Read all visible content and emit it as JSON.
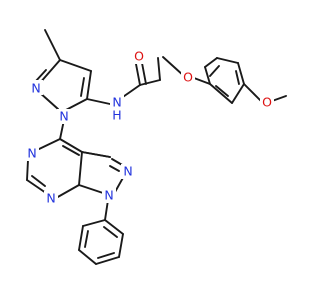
{
  "diagram": {
    "type": "chemical-structure",
    "atom_labels": {
      "n_pyrazole_top": "N",
      "n_pyrazole_bottom": "N",
      "n_amide": "N",
      "h_amide": "H",
      "o_carbonyl": "O",
      "o_ether": "O",
      "o_methoxy": "O",
      "n_pyrimidine_left": "N",
      "n_pyrimidine_bottom": "N",
      "n_fused_top": "N",
      "n_fused_phenyl": "N"
    },
    "colors": {
      "bond": "#1a1a1a",
      "nitrogen": "#2233dd",
      "oxygen": "#dd1111",
      "background": "#ffffff"
    }
  }
}
